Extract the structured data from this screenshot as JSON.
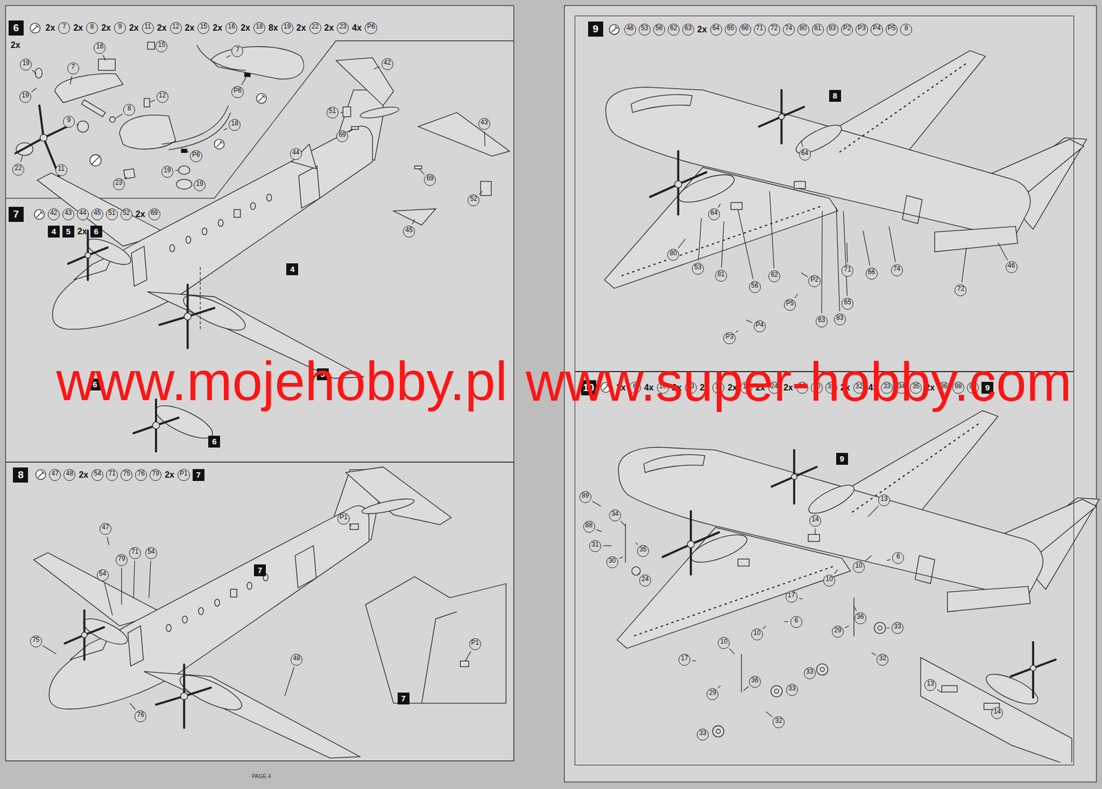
{
  "diagram": {
    "nodes": [
      {
        "text": [
          "6"
        ]
      },
      {
        "text": [
          "7"
        ]
      },
      {
        "text": [
          "8"
        ]
      },
      {
        "text": [
          "9"
        ]
      },
      {
        "text": [
          "10"
        ]
      }
    ],
    "labels": [
      "2x",
      "7",
      "2x",
      "8",
      "2x",
      "9",
      "2x",
      "11",
      "2x",
      "12",
      "2x",
      "15",
      "2x",
      "16",
      "2x",
      "18",
      "8x",
      "19",
      "2x",
      "22",
      "2x",
      "23",
      "4x",
      "P6",
      "2x",
      "19",
      "19",
      "7",
      "16",
      "15",
      "7",
      "12",
      "8",
      "9",
      "18",
      "P6",
      "P6",
      "19",
      "19",
      "23",
      "22",
      "11",
      "42",
      "43",
      "44",
      "45",
      "51",
      "52",
      "2x",
      "69",
      "4",
      "5",
      "2x",
      "6",
      "42",
      "51",
      "69",
      "69",
      "43",
      "44",
      "52",
      "45",
      "4",
      "6",
      "5",
      "6",
      "47",
      "48",
      "2x",
      "54",
      "71",
      "75",
      "76",
      "79",
      "2x",
      "P1",
      "7",
      "47",
      "79",
      "71",
      "54",
      "54",
      "75",
      "76",
      "48",
      "7",
      "P1",
      "P1",
      "7",
      "46",
      "53",
      "56",
      "62",
      "63",
      "2x",
      "64",
      "65",
      "66",
      "71",
      "72",
      "74",
      "80",
      "81",
      "83",
      "P2",
      "P3",
      "P4",
      "P5",
      "8",
      "8",
      "64",
      "64",
      "80",
      "53",
      "81",
      "56",
      "62",
      "P2",
      "P5",
      "P4",
      "P3",
      "63",
      "83",
      "65",
      "71",
      "66",
      "74",
      "46",
      "72",
      "2x",
      "6",
      "4x",
      "10",
      "2x",
      "13",
      "2x",
      "14",
      "2x",
      "17",
      "2x",
      "24",
      "2x",
      "29",
      "30",
      "31",
      "2x",
      "32",
      "4x",
      "33",
      "34",
      "35",
      "2x",
      "36",
      "88",
      "89",
      "9",
      "9",
      "13",
      "14",
      "89",
      "34",
      "88",
      "31",
      "35",
      "30",
      "24",
      "10",
      "6",
      "10",
      "17",
      "10",
      "6",
      "36",
      "29",
      "33",
      "32",
      "33",
      "17",
      "10",
      "29",
      "36",
      "33",
      "32",
      "33",
      "13",
      "14",
      "PAGE 4",
      "www.mojehobby.pl",
      "www.super-hobby.com"
    ]
  }
}
